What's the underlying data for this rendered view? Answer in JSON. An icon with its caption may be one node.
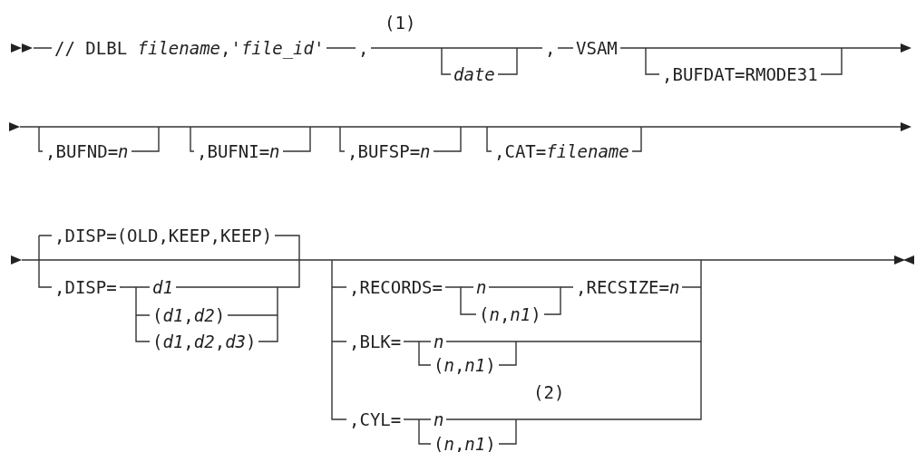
{
  "diagram": {
    "labels": [
      "(1)",
      "// DLBL *filename*,'*file_id*'",
      ",",
      "date",
      ",",
      "VSAM",
      ",BUFDAT=RMODE31",
      ",BUFND=*n*",
      ",BUFNI=*n*",
      ",BUFSP=*n*",
      ",CAT=*filename*",
      ",DISP=(OLD,KEEP,KEEP)",
      ",DISP=",
      "d1",
      ",RECORDS=",
      "n",
      ",RECSIZE=*n*",
      "(*d1*,*d2*)",
      "(*n*,*n1*)",
      "(*d1*,*d2*,*d3*)",
      ",BLK=",
      "n",
      "(*n*,*n1*)",
      "(2)",
      ",CYL=",
      "n",
      "(*n*,*n1*)"
    ]
  }
}
